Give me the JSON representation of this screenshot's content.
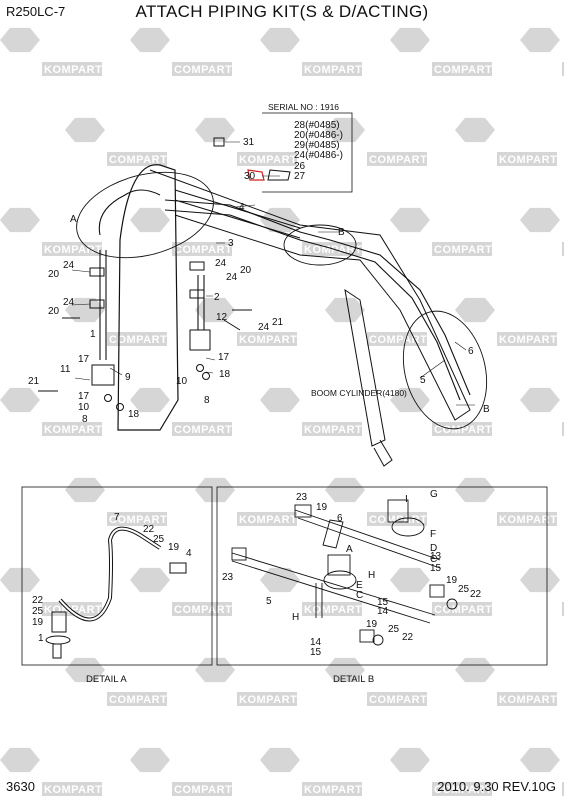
{
  "header": {
    "model": "R250LC-7",
    "title": "ATTACH PIPING KIT(S & D/ACTING)"
  },
  "footer": {
    "page": "3630",
    "revision": "2010. 9.30  REV.10G"
  },
  "serial": {
    "label": "SERIAL NO : 1916",
    "items": [
      "28(#0485)",
      "20(#0486-)",
      "29(#0485)",
      "24(#0486-)",
      "26",
      "27"
    ]
  },
  "callouts": {
    "p31": "31",
    "p30": "30",
    "p4": "4",
    "p3": "3",
    "p2": "2",
    "p1": "1",
    "p5": "5",
    "p6": "6",
    "p9": "9",
    "p10": "10",
    "p8": "8",
    "p17a": "17",
    "p17b": "17",
    "p17c": "17",
    "p11": "11",
    "p21a": "21",
    "p21b": "21",
    "p20a": "20",
    "p20b": "20",
    "p20c": "20",
    "p24a": "24",
    "p24b": "24",
    "p24c": "24",
    "p24d": "24",
    "p24e": "24",
    "p12": "12",
    "p10b": "10",
    "p18a": "18",
    "p18b": "18",
    "p8b": "8",
    "p7": "7",
    "tagA": "A",
    "tagB1": "B",
    "tagB2": "B",
    "boom": "BOOM CYLINDER(4180)"
  },
  "detailA": {
    "caption": "DETAIL A",
    "labels": [
      "7",
      "22",
      "25",
      "19",
      "4",
      "22",
      "25",
      "19",
      "1"
    ]
  },
  "detailB": {
    "caption": "DETAIL B",
    "labels": [
      "23",
      "19",
      "6",
      "I",
      "G",
      "F",
      "D",
      "C",
      "A",
      "E",
      "H",
      "C",
      "15",
      "14",
      "23",
      "5",
      "H",
      "14",
      "15",
      "19",
      "25",
      "19",
      "25",
      "22",
      "22",
      "13",
      "15"
    ]
  },
  "watermark": {
    "text1": "KOMPART",
    "text2": "COMPART"
  },
  "colors": {
    "line": "#111111",
    "highlight": "#d21f1f",
    "watermark": "#d6d6d6"
  }
}
